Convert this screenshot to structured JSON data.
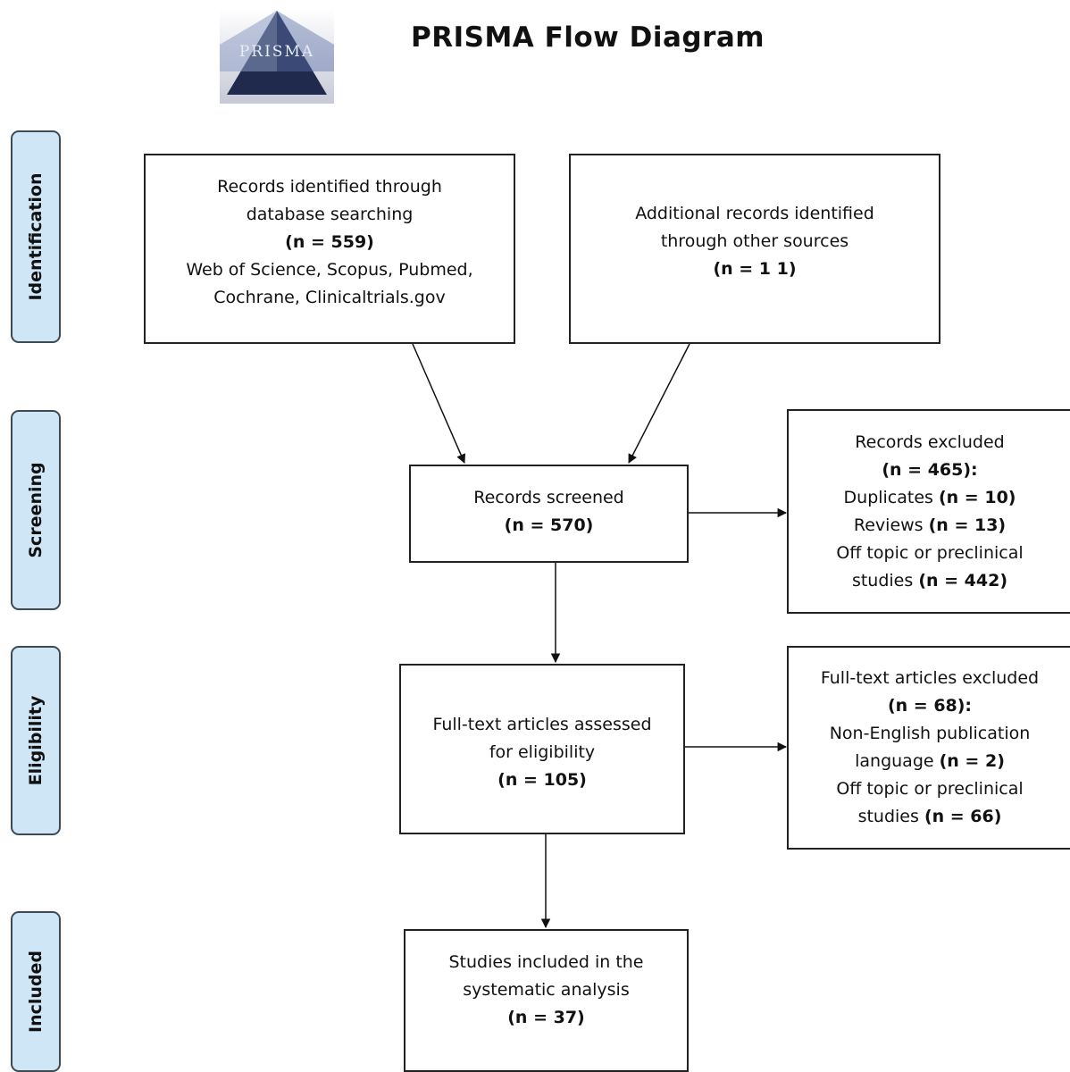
{
  "header": {
    "logo_text": "PRISMA",
    "title": "PRISMA  Flow Diagram"
  },
  "phases": {
    "identification": "Identification",
    "screening": "Screening",
    "eligibility": "Eligibility",
    "included": "Included"
  },
  "boxes": {
    "database": {
      "line1": "Records identified through",
      "line2": "database searching",
      "count": "(n = 559)",
      "line3": "Web of Science, Scopus, Pubmed,",
      "line4": "Cochrane, Clinicaltrials.gov"
    },
    "other_sources": {
      "line1": "Additional records identified",
      "line2": "through other sources",
      "count": "(n = 1 1)"
    },
    "screened": {
      "line1": "Records screened",
      "count": "(n = 570)"
    },
    "excluded": {
      "line1": "Records excluded",
      "count": "(n = 465):",
      "dup_label": "Duplicates ",
      "dup_count": "(n = 10)",
      "rev_label": "Reviews ",
      "rev_count": "(n = 13)",
      "off_line1": "Off topic or preclinical",
      "off_label": "studies ",
      "off_count": "(n = 442)"
    },
    "fulltext": {
      "line1": "Full-text articles assessed",
      "line2": "for eligibility",
      "count": "(n = 105)"
    },
    "fulltext_excluded": {
      "line1": "Full-text articles excluded",
      "count": "(n = 68):",
      "lang_line1": "Non-English publication",
      "lang_label": "language ",
      "lang_count": "(n = 2)",
      "off_line1": "Off topic or preclinical",
      "off_label": "studies ",
      "off_count": "(n = 66)"
    },
    "included": {
      "line1": "Studies included in the",
      "line2": "systematic analysis",
      "count": "(n = 37)"
    }
  }
}
